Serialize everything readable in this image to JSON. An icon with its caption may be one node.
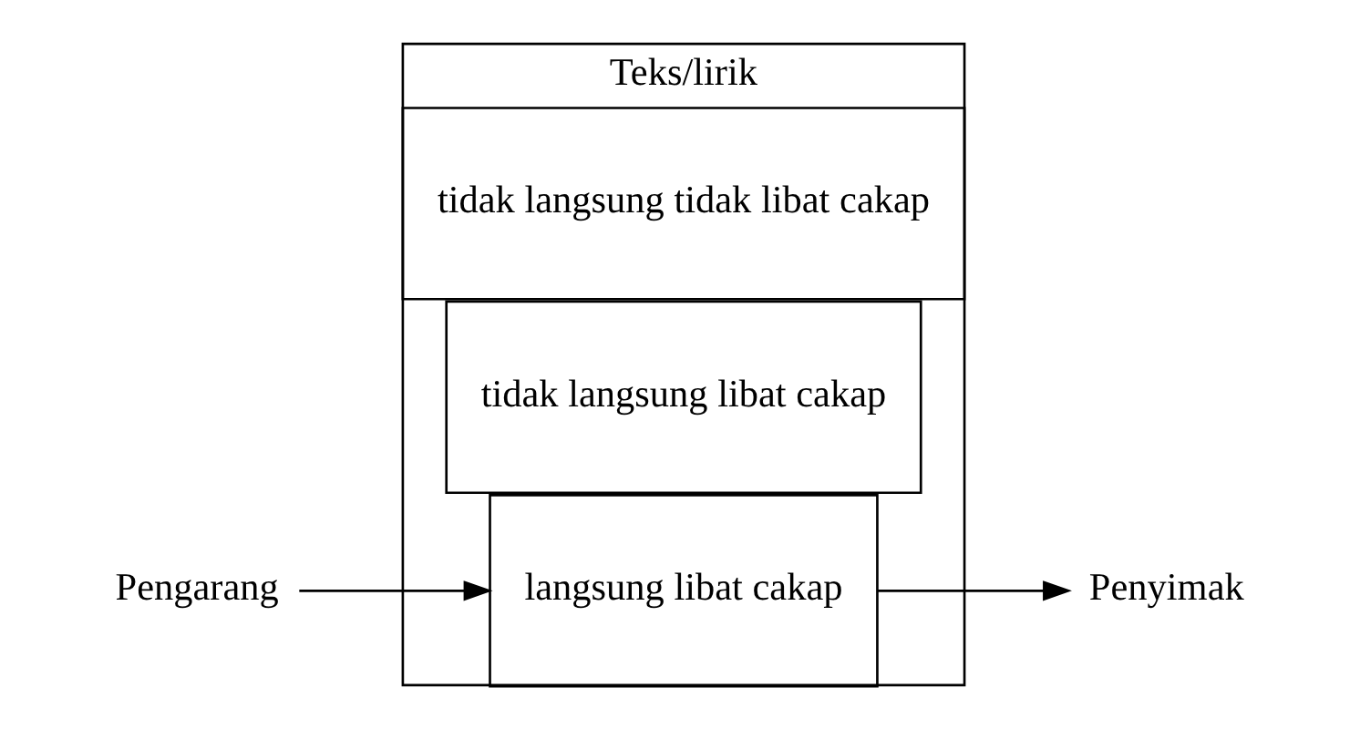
{
  "diagram": {
    "nodes": [
      {
        "text": [
          "Pengarang"
        ]
      },
      {
        "text": [
          "Teks/lirik"
        ]
      },
      {
        "text": [
          "langsung libat cakap"
        ],
        "in": 1
      },
      {
        "text": [
          "tidak langsung libat cakap"
        ],
        "in": 1
      },
      {
        "text": [
          "tidak langsung tidak libat cakap"
        ],
        "in": 1
      },
      {
        "text": [
          "Penyimak"
        ]
      }
    ],
    "edges": [
      {
        "from": 0,
        "to": 2,
        "arrow": "to"
      },
      {
        "from": 2,
        "to": 5,
        "arrow": "to"
      }
    ]
  }
}
